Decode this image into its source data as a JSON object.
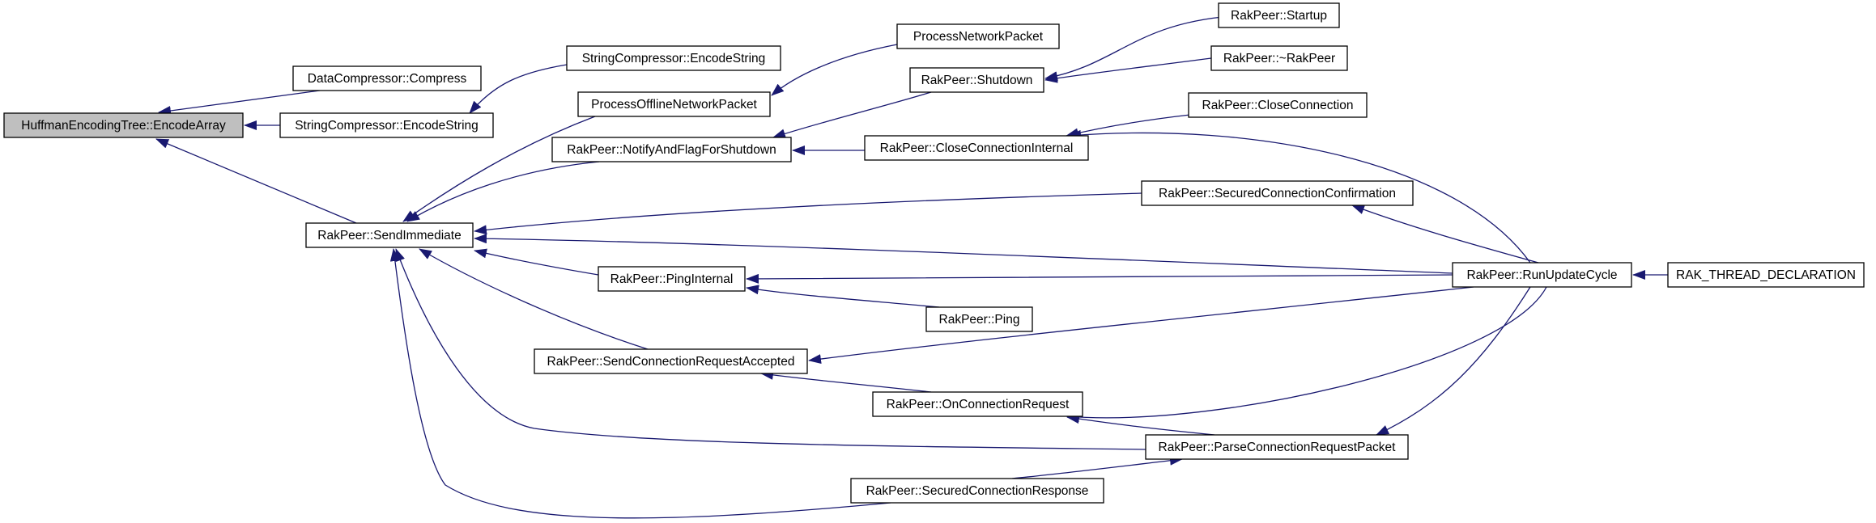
{
  "graph": {
    "root": "HuffmanEncodingTree::EncodeArray",
    "nodes": [
      {
        "id": "root",
        "label": "HuffmanEncodingTree::EncodeArray",
        "root": true
      },
      {
        "id": "dc_compress",
        "label": "DataCompressor::Compress"
      },
      {
        "id": "sc_encode_mid",
        "label": "StringCompressor::EncodeString"
      },
      {
        "id": "sc_encode_top",
        "label": "StringCompressor::EncodeString"
      },
      {
        "id": "send_immediate",
        "label": "RakPeer::SendImmediate"
      },
      {
        "id": "process_offline",
        "label": "ProcessOfflineNetworkPacket"
      },
      {
        "id": "process_network",
        "label": "ProcessNetworkPacket"
      },
      {
        "id": "notify_flag",
        "label": "RakPeer::NotifyAndFlagForShutdown"
      },
      {
        "id": "shutdown",
        "label": "RakPeer::Shutdown"
      },
      {
        "id": "startup",
        "label": "RakPeer::Startup"
      },
      {
        "id": "destructor",
        "label": "RakPeer::~RakPeer"
      },
      {
        "id": "close_internal",
        "label": "RakPeer::CloseConnectionInternal"
      },
      {
        "id": "close_connection",
        "label": "RakPeer::CloseConnection"
      },
      {
        "id": "secured_confirm",
        "label": "RakPeer::SecuredConnectionConfirmation"
      },
      {
        "id": "ping_internal",
        "label": "RakPeer::PingInternal"
      },
      {
        "id": "ping",
        "label": "RakPeer::Ping"
      },
      {
        "id": "run_update",
        "label": "RakPeer::RunUpdateCycle"
      },
      {
        "id": "rak_thread",
        "label": "RAK_THREAD_DECLARATION"
      },
      {
        "id": "send_accept",
        "label": "RakPeer::SendConnectionRequestAccepted"
      },
      {
        "id": "on_conn_req",
        "label": "RakPeer::OnConnectionRequest"
      },
      {
        "id": "parse_req",
        "label": "RakPeer::ParseConnectionRequestPacket"
      },
      {
        "id": "secured_resp",
        "label": "RakPeer::SecuredConnectionResponse"
      }
    ],
    "edges": [
      {
        "from": "dc_compress",
        "to": "root"
      },
      {
        "from": "sc_encode_mid",
        "to": "root"
      },
      {
        "from": "send_immediate",
        "to": "root"
      },
      {
        "from": "sc_encode_top",
        "to": "sc_encode_mid"
      },
      {
        "from": "process_offline",
        "to": "send_immediate"
      },
      {
        "from": "notify_flag",
        "to": "send_immediate"
      },
      {
        "from": "secured_confirm",
        "to": "send_immediate"
      },
      {
        "from": "run_update",
        "to": "send_immediate"
      },
      {
        "from": "ping_internal",
        "to": "send_immediate"
      },
      {
        "from": "send_accept",
        "to": "send_immediate"
      },
      {
        "from": "parse_req",
        "to": "send_immediate"
      },
      {
        "from": "secured_resp",
        "to": "send_immediate"
      },
      {
        "from": "process_network",
        "to": "process_offline"
      },
      {
        "from": "shutdown",
        "to": "notify_flag"
      },
      {
        "from": "close_internal",
        "to": "notify_flag"
      },
      {
        "from": "startup",
        "to": "shutdown"
      },
      {
        "from": "destructor",
        "to": "shutdown"
      },
      {
        "from": "close_connection",
        "to": "close_internal"
      },
      {
        "from": "run_update",
        "to": "close_internal"
      },
      {
        "from": "run_update",
        "to": "secured_confirm"
      },
      {
        "from": "run_update",
        "to": "ping_internal"
      },
      {
        "from": "ping",
        "to": "ping_internal"
      },
      {
        "from": "rak_thread",
        "to": "run_update"
      },
      {
        "from": "run_update",
        "to": "send_accept"
      },
      {
        "from": "on_conn_req",
        "to": "send_accept"
      },
      {
        "from": "run_update",
        "to": "on_conn_req"
      },
      {
        "from": "parse_req",
        "to": "on_conn_req"
      },
      {
        "from": "run_update",
        "to": "parse_req"
      },
      {
        "from": "secured_resp",
        "to": "parse_req"
      }
    ]
  }
}
